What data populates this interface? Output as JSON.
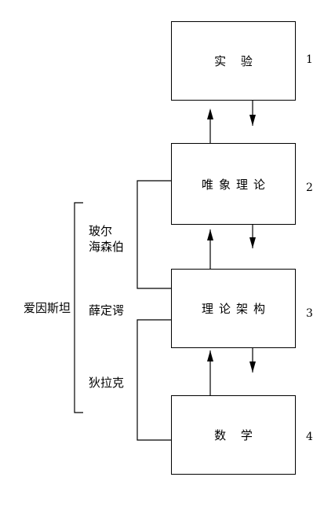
{
  "boxes": {
    "experiment": "实 验",
    "phenomenology": "唯象理论",
    "framework": "理论架构",
    "math": "数 学"
  },
  "levels": [
    "1",
    "2",
    "3",
    "4"
  ],
  "people": {
    "einstein": "爱因斯坦",
    "bohr": "玻尔",
    "heisenberg": "海森伯",
    "schrodinger": "薛定谔",
    "dirac": "狄拉克"
  }
}
